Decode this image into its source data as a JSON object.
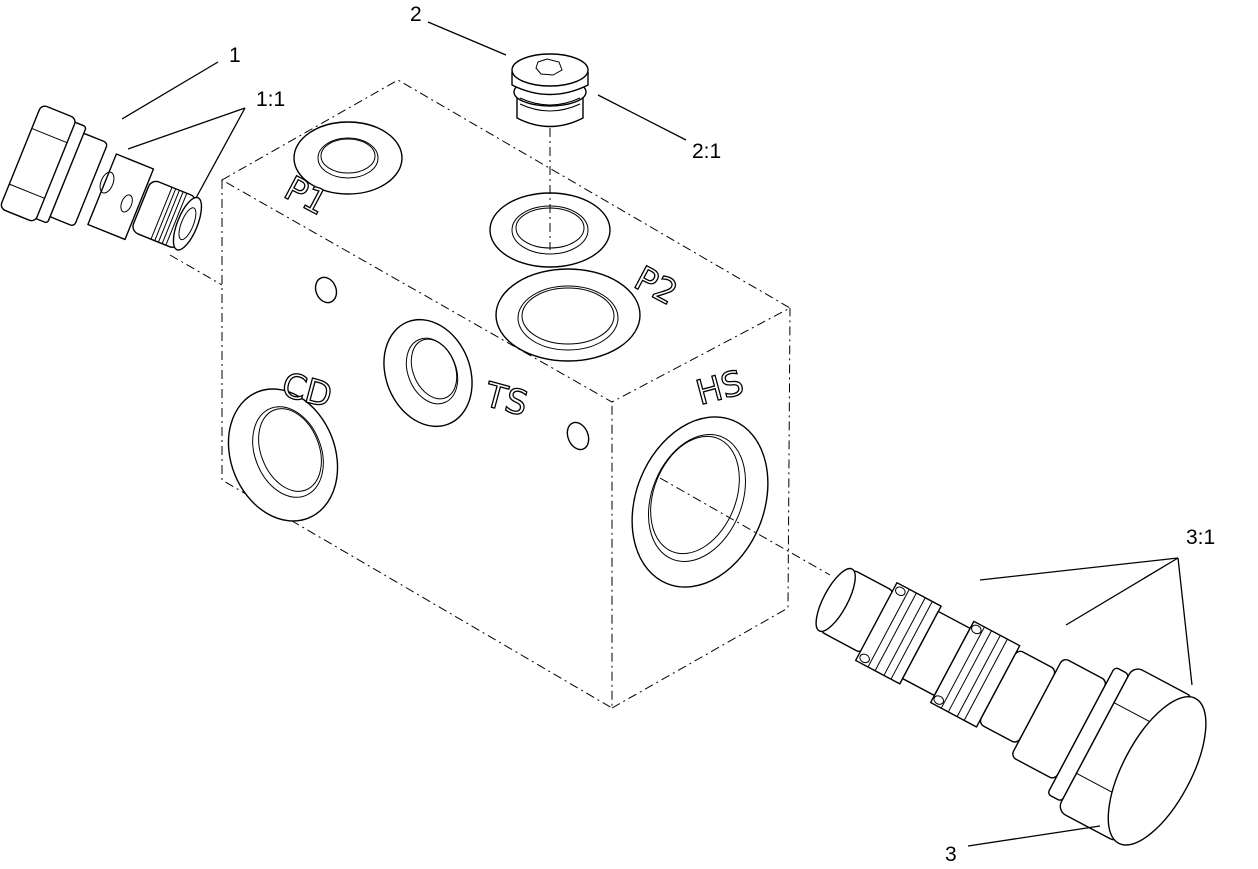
{
  "callouts": {
    "item_1": "1",
    "item_1_1": "1:1",
    "item_2": "2",
    "item_2_1": "2:1",
    "item_3": "3",
    "item_3_1": "3:1"
  },
  "ports": {
    "p1": "P1",
    "p2": "P2",
    "cd": "CD",
    "ts": "TS",
    "hs": "HS"
  },
  "parts": [
    {
      "id": "1",
      "icon": "cartridge-valve-icon"
    },
    {
      "id": "2",
      "icon": "hex-socket-plug-icon"
    },
    {
      "id": "3",
      "icon": "cartridge-valve-icon"
    }
  ]
}
